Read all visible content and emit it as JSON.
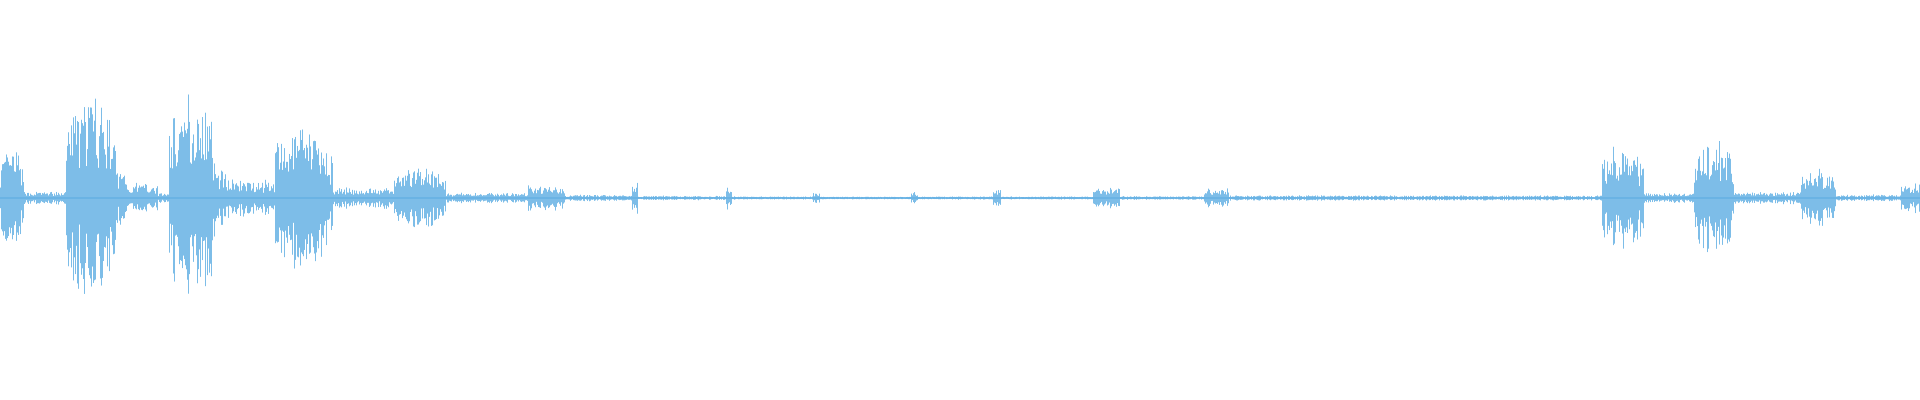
{
  "waveform": {
    "color": "#5DADE2",
    "background": "#FFFFFF",
    "baseline_amplitude": 0.008,
    "clip_gap_at": [
      0.418,
      0.5128
    ],
    "segments": [
      {
        "start": 0.0,
        "end": 0.012,
        "amp": 0.48
      },
      {
        "start": 0.012,
        "end": 0.034,
        "amp": 0.06
      },
      {
        "start": 0.034,
        "end": 0.06,
        "amp": 0.96
      },
      {
        "start": 0.06,
        "end": 0.066,
        "amp": 0.3
      },
      {
        "start": 0.066,
        "end": 0.082,
        "amp": 0.14
      },
      {
        "start": 0.082,
        "end": 0.088,
        "amp": 0.05
      },
      {
        "start": 0.088,
        "end": 0.112,
        "amp": 1.0
      },
      {
        "start": 0.112,
        "end": 0.12,
        "amp": 0.28
      },
      {
        "start": 0.12,
        "end": 0.143,
        "amp": 0.18
      },
      {
        "start": 0.143,
        "end": 0.173,
        "amp": 0.68
      },
      {
        "start": 0.173,
        "end": 0.205,
        "amp": 0.1
      },
      {
        "start": 0.205,
        "end": 0.232,
        "amp": 0.3
      },
      {
        "start": 0.232,
        "end": 0.275,
        "amp": 0.05
      },
      {
        "start": 0.275,
        "end": 0.294,
        "amp": 0.12
      },
      {
        "start": 0.294,
        "end": 0.329,
        "amp": 0.03
      },
      {
        "start": 0.329,
        "end": 0.332,
        "amp": 0.18
      },
      {
        "start": 0.332,
        "end": 0.378,
        "amp": 0.02
      },
      {
        "start": 0.378,
        "end": 0.381,
        "amp": 0.1
      },
      {
        "start": 0.381,
        "end": 0.423,
        "amp": 0.015
      },
      {
        "start": 0.423,
        "end": 0.427,
        "amp": 0.05
      },
      {
        "start": 0.427,
        "end": 0.474,
        "amp": 0.012
      },
      {
        "start": 0.474,
        "end": 0.478,
        "amp": 0.06
      },
      {
        "start": 0.478,
        "end": 0.517,
        "amp": 0.015
      },
      {
        "start": 0.517,
        "end": 0.521,
        "amp": 0.1
      },
      {
        "start": 0.521,
        "end": 0.569,
        "amp": 0.015
      },
      {
        "start": 0.569,
        "end": 0.583,
        "amp": 0.1
      },
      {
        "start": 0.583,
        "end": 0.627,
        "amp": 0.018
      },
      {
        "start": 0.627,
        "end": 0.64,
        "amp": 0.09
      },
      {
        "start": 0.64,
        "end": 0.834,
        "amp": 0.025
      },
      {
        "start": 0.834,
        "end": 0.856,
        "amp": 0.52
      },
      {
        "start": 0.856,
        "end": 0.882,
        "amp": 0.05
      },
      {
        "start": 0.882,
        "end": 0.903,
        "amp": 0.55
      },
      {
        "start": 0.903,
        "end": 0.938,
        "amp": 0.06
      },
      {
        "start": 0.938,
        "end": 0.956,
        "amp": 0.28
      },
      {
        "start": 0.956,
        "end": 0.99,
        "amp": 0.03
      },
      {
        "start": 0.99,
        "end": 1.0,
        "amp": 0.14
      }
    ]
  }
}
